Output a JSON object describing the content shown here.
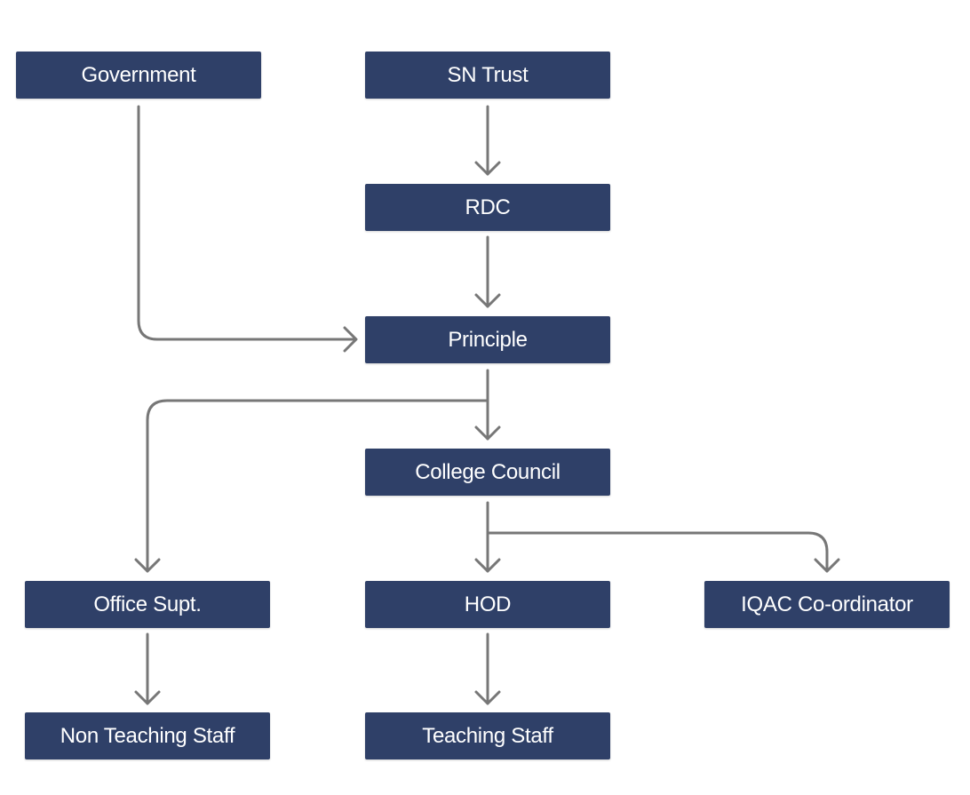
{
  "diagram": {
    "colors": {
      "node_fill": "#2f4068",
      "node_text": "#ffffff",
      "connector": "#777777"
    },
    "nodes": {
      "government": "Government",
      "sn_trust": "SN Trust",
      "rdc": "RDC",
      "principle": "Principle",
      "college_council": "College Council",
      "office_supt": "Office Supt.",
      "hod": "HOD",
      "iqac_coordinator": "IQAC Co-ordinator",
      "non_teaching_staff": "Non Teaching Staff",
      "teaching_staff": "Teaching Staff"
    },
    "edges": [
      {
        "from": "sn_trust",
        "to": "rdc"
      },
      {
        "from": "rdc",
        "to": "principle"
      },
      {
        "from": "government",
        "to": "principle"
      },
      {
        "from": "principle",
        "to": "college_council"
      },
      {
        "from": "principle",
        "to": "office_supt"
      },
      {
        "from": "college_council",
        "to": "hod"
      },
      {
        "from": "college_council",
        "to": "iqac_coordinator"
      },
      {
        "from": "office_supt",
        "to": "non_teaching_staff"
      },
      {
        "from": "hod",
        "to": "teaching_staff"
      }
    ]
  }
}
